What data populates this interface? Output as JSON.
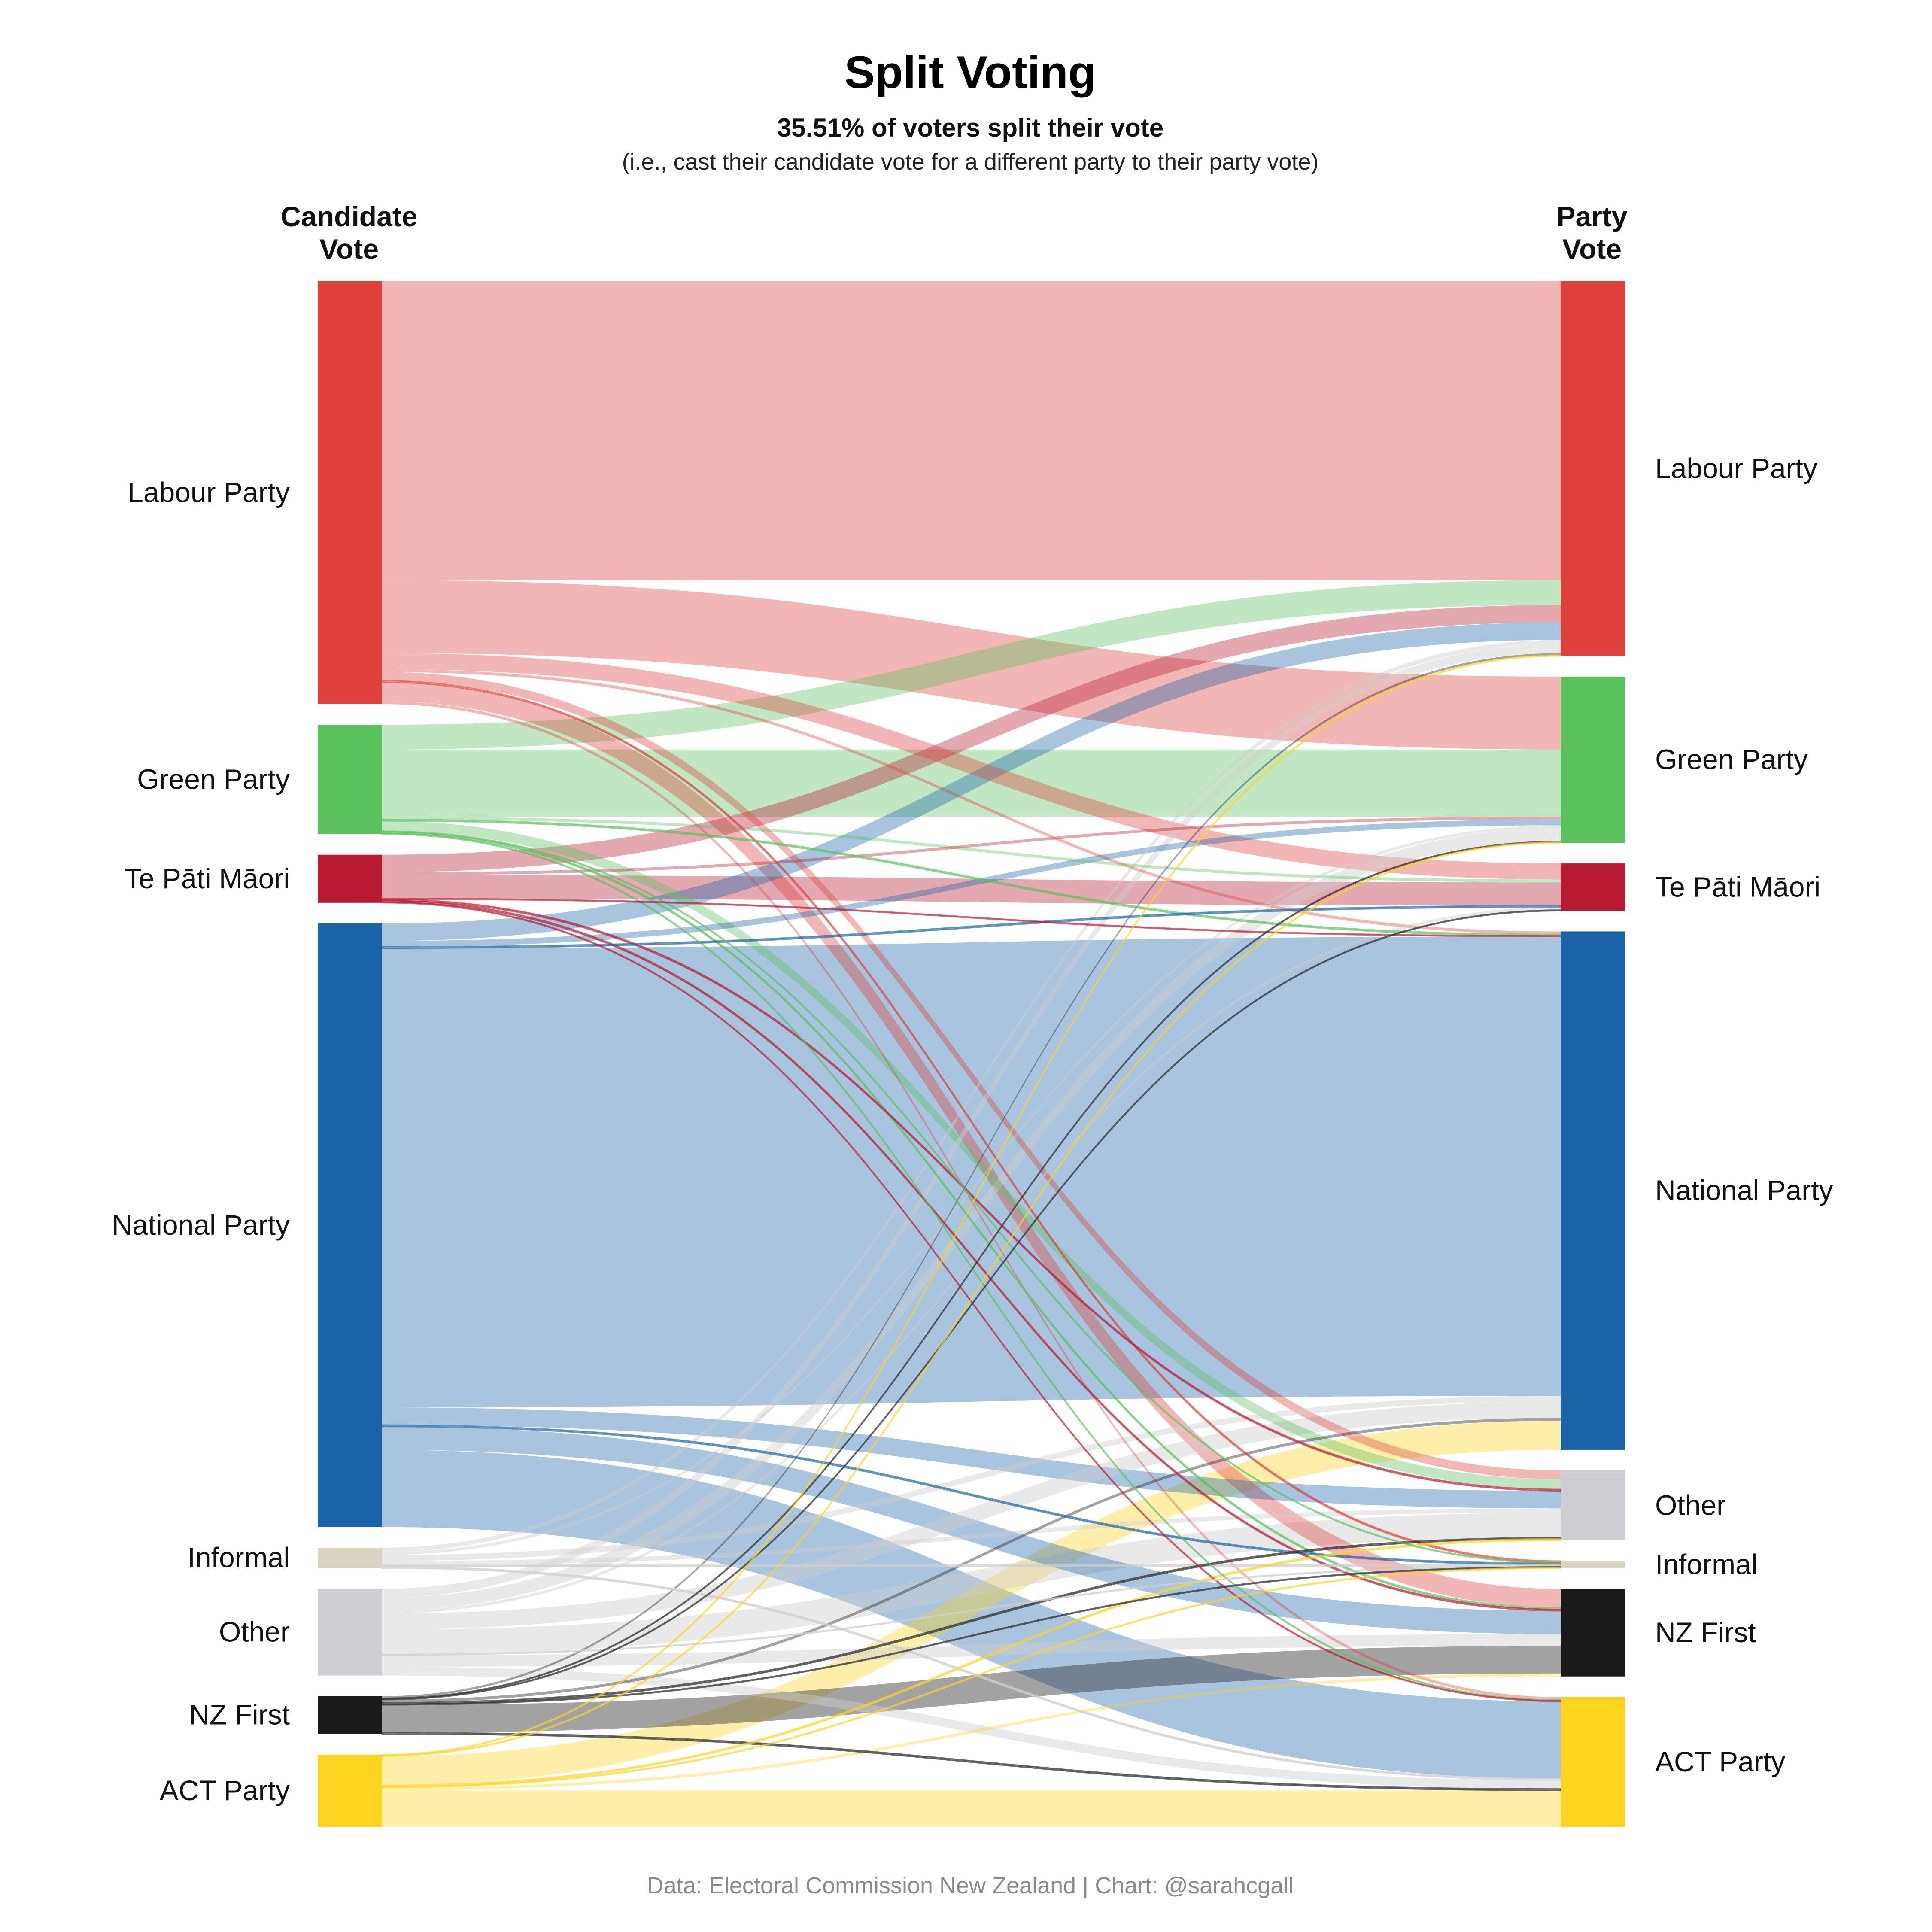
{
  "title": "Split Voting",
  "subtitle": "35.51% of voters split their vote",
  "note": "(i.e., cast their candidate vote for a different party to their party vote)",
  "left_header": [
    "Candidate",
    "Vote"
  ],
  "right_header": [
    "Party",
    "Vote"
  ],
  "caption": "Data: Electoral Commission New Zealand  |  Chart: @sarahcgall",
  "colors": {
    "Labour Party": "#dd4139",
    "Green Party": "#5ac15d",
    "Te Pāti Māori": "#b81a31",
    "National Party": "#1b64a7",
    "Informal": "#d9d2be",
    "Other": "#cfcfd3",
    "NZ First": "#1a1a1a",
    "ACT Party": "#fdd520"
  },
  "chart_data": {
    "type": "sankey",
    "units": "percent of voters (estimated)",
    "left_nodes": [
      {
        "name": "Labour Party",
        "label": "Labour Party"
      },
      {
        "name": "Green Party",
        "label": "Green Party"
      },
      {
        "name": "Te Pāti Māori",
        "label": "Te Pāti Māori"
      },
      {
        "name": "National Party",
        "label": "National Party"
      },
      {
        "name": "Informal",
        "label": "Informal"
      },
      {
        "name": "Other",
        "label": "Other"
      },
      {
        "name": "NZ First",
        "label": "NZ First"
      },
      {
        "name": "ACT Party",
        "label": "ACT Party"
      }
    ],
    "right_nodes": [
      {
        "name": "Labour Party",
        "label": "Labour Party"
      },
      {
        "name": "Green Party",
        "label": "Green Party"
      },
      {
        "name": "Te Pāti Māori",
        "label": "Te Pāti Māori"
      },
      {
        "name": "National Party",
        "label": "National Party"
      },
      {
        "name": "Other",
        "label": "Other"
      },
      {
        "name": "Informal",
        "label": "Informal"
      },
      {
        "name": "NZ First",
        "label": "NZ First"
      },
      {
        "name": "ACT Party",
        "label": "ACT Party"
      }
    ],
    "flows": [
      {
        "source": "Labour Party",
        "target": "Labour Party",
        "value": 20.5
      },
      {
        "source": "Labour Party",
        "target": "Green Party",
        "value": 5.0
      },
      {
        "source": "Labour Party",
        "target": "Te Pāti Māori",
        "value": 1.1
      },
      {
        "source": "Labour Party",
        "target": "National Party",
        "value": 0.2
      },
      {
        "source": "Labour Party",
        "target": "Other",
        "value": 0.6
      },
      {
        "source": "Labour Party",
        "target": "Informal",
        "value": 0.1
      },
      {
        "source": "Labour Party",
        "target": "NZ First",
        "value": 1.3
      },
      {
        "source": "Labour Party",
        "target": "ACT Party",
        "value": 0.2
      },
      {
        "source": "Green Party",
        "target": "Labour Party",
        "value": 1.7
      },
      {
        "source": "Green Party",
        "target": "Green Party",
        "value": 4.6
      },
      {
        "source": "Green Party",
        "target": "Te Pāti Māori",
        "value": 0.2
      },
      {
        "source": "Green Party",
        "target": "National Party",
        "value": 0.1
      },
      {
        "source": "Green Party",
        "target": "Other",
        "value": 0.7
      },
      {
        "source": "Green Party",
        "target": "Informal",
        "value": 0.05
      },
      {
        "source": "Green Party",
        "target": "NZ First",
        "value": 0.1
      },
      {
        "source": "Green Party",
        "target": "ACT Party",
        "value": 0.05
      },
      {
        "source": "Te Pāti Māori",
        "target": "Labour Party",
        "value": 1.2
      },
      {
        "source": "Te Pāti Māori",
        "target": "Green Party",
        "value": 0.2
      },
      {
        "source": "Te Pāti Māori",
        "target": "Te Pāti Māori",
        "value": 1.6
      },
      {
        "source": "Te Pāti Māori",
        "target": "National Party",
        "value": 0.05
      },
      {
        "source": "Te Pāti Māori",
        "target": "Other",
        "value": 0.1
      },
      {
        "source": "Te Pāti Māori",
        "target": "NZ First",
        "value": 0.1
      },
      {
        "source": "Te Pāti Māori",
        "target": "ACT Party",
        "value": 0.05
      },
      {
        "source": "National Party",
        "target": "Labour Party",
        "value": 1.2
      },
      {
        "source": "National Party",
        "target": "Green Party",
        "value": 0.4
      },
      {
        "source": "National Party",
        "target": "Te Pāti Māori",
        "value": 0.1
      },
      {
        "source": "National Party",
        "target": "National Party",
        "value": 31.5
      },
      {
        "source": "National Party",
        "target": "Other",
        "value": 1.2
      },
      {
        "source": "National Party",
        "target": "Informal",
        "value": 0.1
      },
      {
        "source": "National Party",
        "target": "NZ First",
        "value": 1.6
      },
      {
        "source": "National Party",
        "target": "ACT Party",
        "value": 5.3
      },
      {
        "source": "Informal",
        "target": "Labour Party",
        "value": 0.3
      },
      {
        "source": "Informal",
        "target": "Green Party",
        "value": 0.2
      },
      {
        "source": "Informal",
        "target": "National Party",
        "value": 0.4
      },
      {
        "source": "Informal",
        "target": "Other",
        "value": 0.3
      },
      {
        "source": "Informal",
        "target": "Informal",
        "value": 0.1
      },
      {
        "source": "Informal",
        "target": "ACT Party",
        "value": 0.1
      },
      {
        "source": "Other",
        "target": "Labour Party",
        "value": 0.6
      },
      {
        "source": "Other",
        "target": "Green Party",
        "value": 0.9
      },
      {
        "source": "Other",
        "target": "Te Pāti Māori",
        "value": 0.2
      },
      {
        "source": "Other",
        "target": "National Party",
        "value": 1.1
      },
      {
        "source": "Other",
        "target": "Other",
        "value": 1.7
      },
      {
        "source": "Other",
        "target": "Informal",
        "value": 0.05
      },
      {
        "source": "Other",
        "target": "NZ First",
        "value": 0.8
      },
      {
        "source": "Other",
        "target": "ACT Party",
        "value": 0.6
      },
      {
        "source": "NZ First",
        "target": "Labour Party",
        "value": 0.15
      },
      {
        "source": "NZ First",
        "target": "Green Party",
        "value": 0.05
      },
      {
        "source": "NZ First",
        "target": "Te Pāti Māori",
        "value": 0.05
      },
      {
        "source": "NZ First",
        "target": "National Party",
        "value": 0.2
      },
      {
        "source": "NZ First",
        "target": "Other",
        "value": 0.1
      },
      {
        "source": "NZ First",
        "target": "Informal",
        "value": 0.05
      },
      {
        "source": "NZ First",
        "target": "NZ First",
        "value": 1.9
      },
      {
        "source": "NZ First",
        "target": "ACT Party",
        "value": 0.1
      },
      {
        "source": "ACT Party",
        "target": "Labour Party",
        "value": 0.05
      },
      {
        "source": "ACT Party",
        "target": "Green Party",
        "value": 0.05
      },
      {
        "source": "ACT Party",
        "target": "National Party",
        "value": 2.0
      },
      {
        "source": "ACT Party",
        "target": "Other",
        "value": 0.1
      },
      {
        "source": "ACT Party",
        "target": "Informal",
        "value": 0.05
      },
      {
        "source": "ACT Party",
        "target": "NZ First",
        "value": 0.2
      },
      {
        "source": "ACT Party",
        "target": "ACT Party",
        "value": 2.5
      }
    ]
  }
}
